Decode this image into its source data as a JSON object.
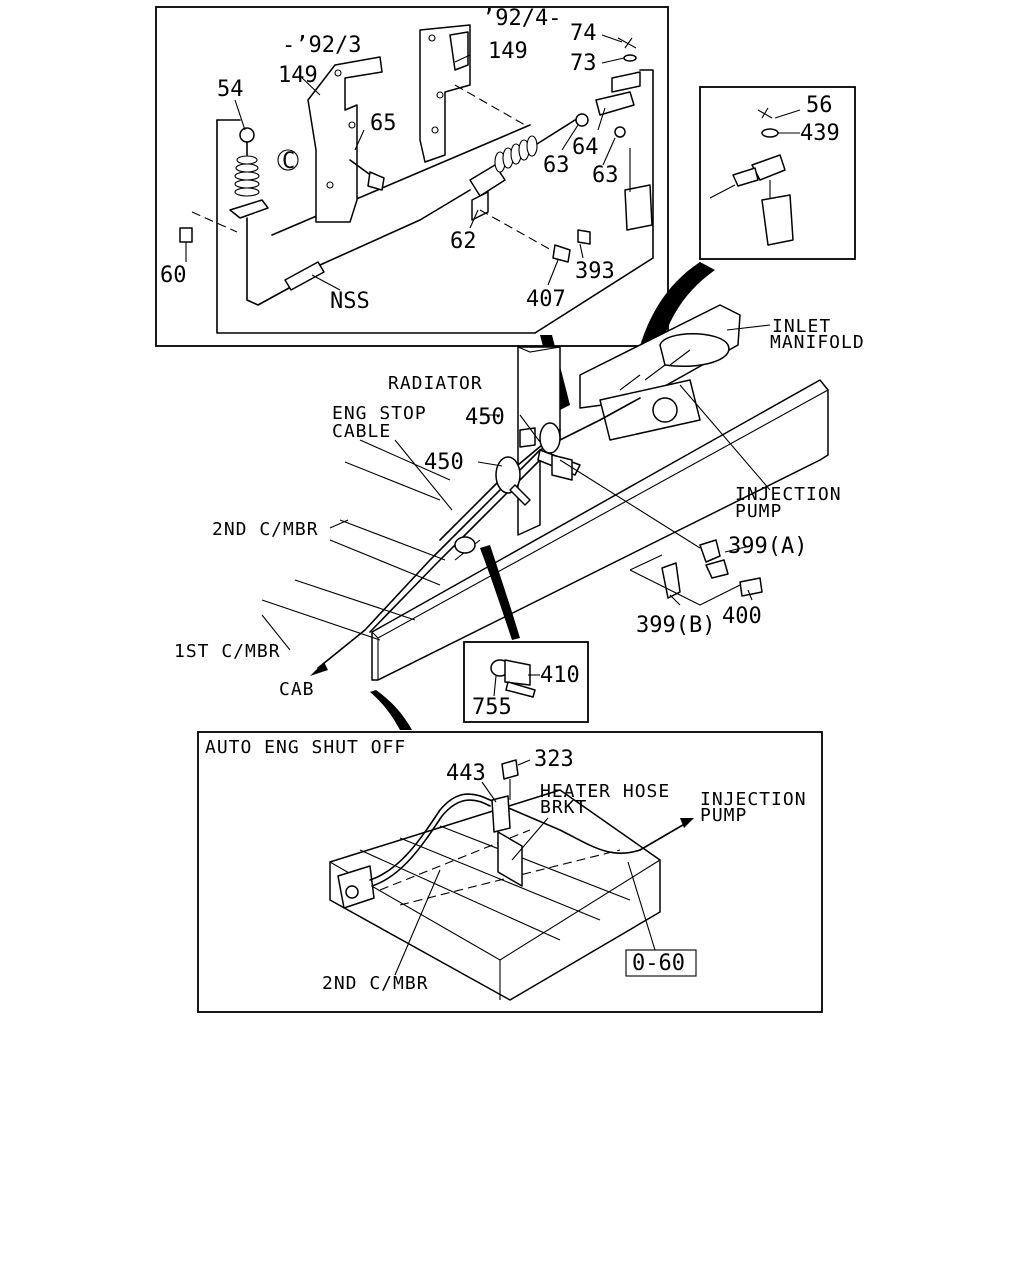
{
  "top_box": {
    "date_late": "’92/4-",
    "date_early": "-’92/3",
    "parts": [
      "54",
      "149",
      "149",
      "65",
      "60",
      "62",
      "63",
      "63",
      "64",
      "73",
      "74",
      "393",
      "407"
    ],
    "circle_label": "C",
    "nss_label": "NSS"
  },
  "right_box": {
    "parts": [
      "56",
      "439"
    ]
  },
  "main": {
    "inlet_manifold": [
      "INLET",
      "MANIFOLD"
    ],
    "radiator": "RADIATOR",
    "eng_stop_cable": [
      "ENG STOP",
      "CABLE"
    ],
    "injection_pump": [
      "INJECTION",
      "PUMP"
    ],
    "second_cmbr": "2ND C/MBR",
    "first_cmbr": "1ST C/MBR",
    "cab": "CAB",
    "parts": [
      "450",
      "450",
      "399(A)",
      "399(B)",
      "400"
    ]
  },
  "small_box": {
    "parts": [
      "410",
      "755"
    ]
  },
  "bottom_box": {
    "title": "AUTO ENG SHUT OFF",
    "parts": [
      "443",
      "323"
    ],
    "heater_hose_brkt": [
      "HEATER HOSE",
      "BRKT"
    ],
    "injection_pump": [
      "INJECTION",
      "PUMP"
    ],
    "second_cmbr": "2ND C/MBR",
    "ref": "0-60"
  }
}
